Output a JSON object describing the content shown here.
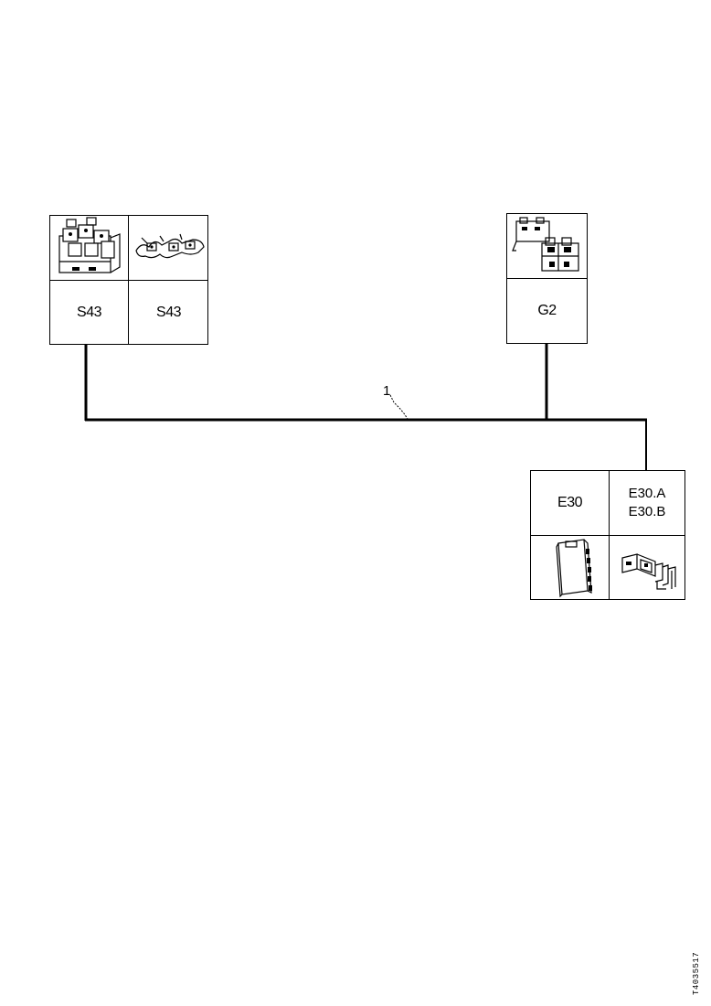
{
  "components": {
    "s43_a": {
      "label": "S43",
      "icon": "rocker-switch-cluster-icon"
    },
    "s43_b": {
      "label": "S43",
      "icon": "switch-connector-icon"
    },
    "g2": {
      "label": "G2",
      "icon": "battery-icon"
    },
    "e30": {
      "label": "E30",
      "icon": "control-module-icon"
    },
    "e30_ab": {
      "label_a": "E30.A",
      "label_b": "E30.B",
      "icon": "module-bracket-icon"
    }
  },
  "harness": {
    "callout": "1"
  },
  "doc_code": "T4035517"
}
